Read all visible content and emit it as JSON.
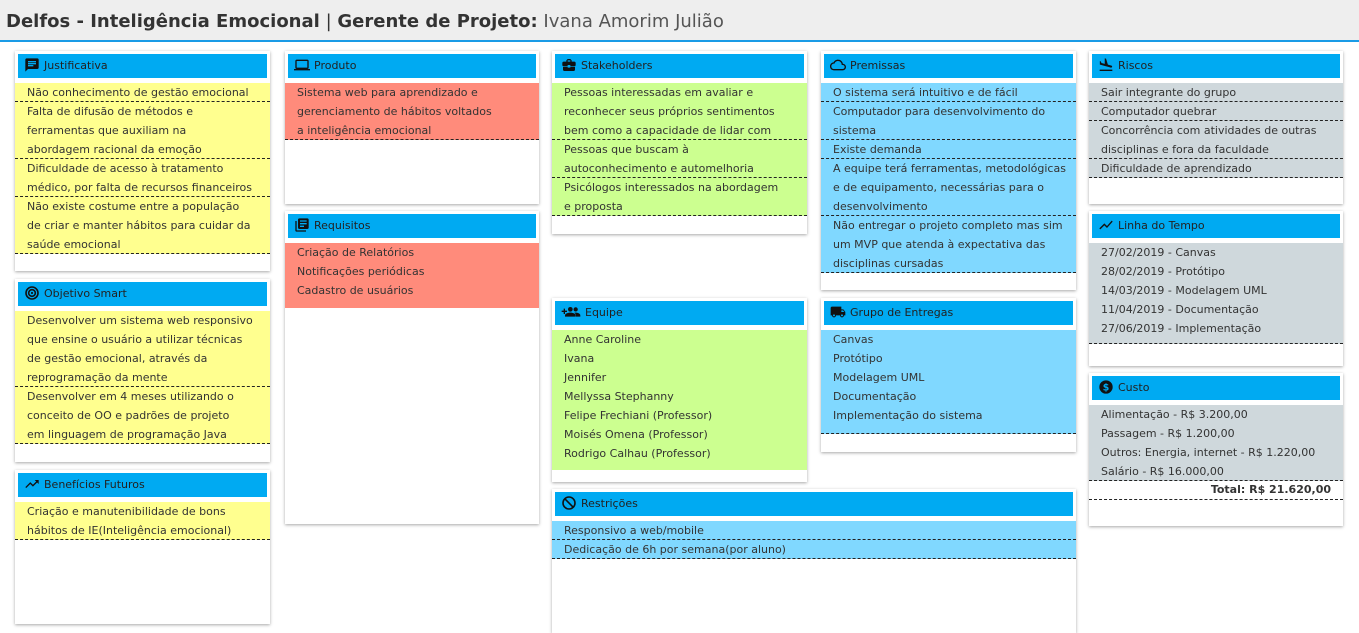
{
  "header": {
    "app": "Delfos - Inteligência Emocional",
    "separator": "|",
    "role_label": "Gerente de Projeto:",
    "manager": "Ivana Amorim Julião"
  },
  "colors": {
    "accent": "#00aaf2",
    "topbar_border": "#1a9be6",
    "yellow": "#ffff8f",
    "red": "#ff8b7b",
    "green": "#ccff90",
    "blue": "#80d8ff",
    "gray": "#cfd8dc"
  },
  "cards": {
    "justificativa": {
      "title": "Justificativa",
      "icon": "chat-bubble-icon",
      "items": [
        "Não conhecimento de gestão emocional",
        "Falta de difusão de métodos e ferramentas que auxiliam na abordagem racional da emoção",
        "Dificuldade de acesso à tratamento médico, por falta de recursos financeiros",
        "Não existe costume entre a população de criar e manter hábitos para cuidar da saúde emocional"
      ]
    },
    "objetivo": {
      "title": "Objetivo Smart",
      "icon": "target-icon",
      "items": [
        "Desenvolver um sistema web responsivo que ensine o usuário a utilizar técnicas de gestão emocional, através da reprogramação da mente",
        "Desenvolver em 4 meses utilizando o conceito de OO e padrões de projeto em linguagem de programação Java"
      ]
    },
    "beneficios": {
      "title": "Benefícios Futuros",
      "icon": "trending-up-icon",
      "items": [
        "Criação e manutenibilidade de bons hábitos de IE(Inteligência emocional)"
      ]
    },
    "produto": {
      "title": "Produto",
      "icon": "laptop-icon",
      "items": [
        "Sistema web para aprendizado e gerenciamento de hábitos voltados a inteligência emocional"
      ]
    },
    "requisitos": {
      "title": "Requisitos",
      "icon": "library-books-icon",
      "items": [
        "Criação de Relatórios",
        "Notificações periódicas",
        "Cadastro de usuários"
      ]
    },
    "stakeholders": {
      "title": "Stakeholders",
      "icon": "briefcase-icon",
      "items": [
        "Pessoas interessadas em avaliar e reconhecer seus próprios sentimentos bem como a capacidade de lidar com eles",
        "Pessoas que buscam à autoconhecimento e automelhoria",
        "Psicólogos interessados na abordagem e proposta"
      ]
    },
    "equipe": {
      "title": "Equipe",
      "icon": "group-add-icon",
      "items": [
        "Anne Caroline",
        "Ivana",
        "Jennifer",
        "Mellyssa Stephanny",
        "Felipe Frechiani (Professor)",
        "Moisés Omena (Professor)",
        "Rodrigo Calhau (Professor)"
      ]
    },
    "restricoes": {
      "title": "Restrições",
      "icon": "block-icon",
      "items": [
        "Responsivo a web/mobile",
        "Dedicação de 6h por semana(por aluno)"
      ]
    },
    "premissas": {
      "title": "Premissas",
      "icon": "cloud-icon",
      "items": [
        "O sistema será intuitivo e de fácil manuseio",
        "Computador para desenvolvimento do sistema",
        "Existe demanda",
        "A equipe terá ferramentas, metodológicas e de equipamento, necessárias para o desenvolvimento",
        "Não entregar o projeto completo mas sim um MVP que atenda à expectativa das disciplinas cursadas"
      ]
    },
    "entregas": {
      "title": "Grupo de Entregas",
      "icon": "truck-icon",
      "items": [
        "Canvas",
        "Protótipo",
        "Modelagem UML",
        "Documentação",
        "Implementação do sistema"
      ]
    },
    "riscos": {
      "title": "Riscos",
      "icon": "plane-landing-icon",
      "items": [
        "Sair integrante do grupo",
        "Computador quebrar",
        "Concorrência com atividades de outras disciplinas e fora da faculdade",
        "Dificuldade de aprendizado"
      ]
    },
    "linha": {
      "title": "Linha do Tempo",
      "icon": "timeline-icon",
      "items": [
        "27/02/2019 - Canvas",
        "28/02/2019 - Protótipo",
        "14/03/2019 - Modelagem UML",
        "11/04/2019 - Documentação",
        "27/06/2019 - Implementação"
      ]
    },
    "custo": {
      "title": "Custo",
      "icon": "money-icon",
      "items": [
        "Alimentação - R$ 3.200,00",
        "Passagem - R$ 1.200,00",
        "Outros: Energia, internet - R$ 1.220,00",
        "Salário - R$ 16.000,00"
      ],
      "total": "Total: R$ 21.620,00"
    }
  }
}
